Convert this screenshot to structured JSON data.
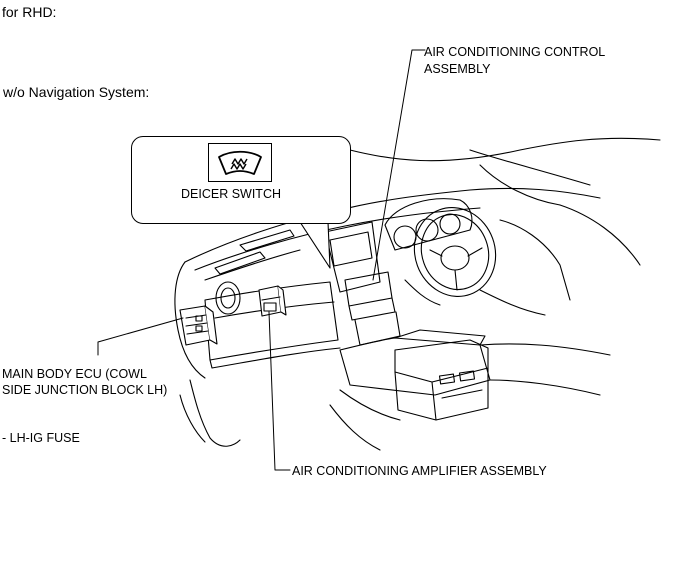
{
  "heading": "for RHD:",
  "subheading": "w/o Navigation System:",
  "callout": {
    "label": "DEICER SWITCH",
    "icon": "windshield-deicer-icon"
  },
  "labels": {
    "ac_control_line1": "AIR CONDITIONING CONTROL",
    "ac_control_line2": "ASSEMBLY",
    "main_body_line1": "MAIN BODY ECU (COWL",
    "main_body_line2": "SIDE JUNCTION BLOCK LH)",
    "fuse": "- LH-IG FUSE",
    "ac_amplifier": "AIR CONDITIONING AMPLIFIER ASSEMBLY"
  }
}
